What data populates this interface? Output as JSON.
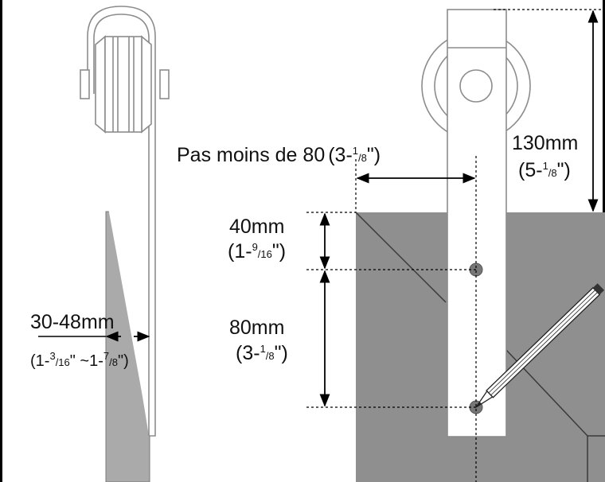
{
  "labels": {
    "clearance_main": "Pas moins de 80",
    "clearance_paren_open": "(3-",
    "clearance_sup": "1",
    "clearance_sub": "/8",
    "clearance_paren_close": "\")",
    "height_mm": "130mm",
    "height_in_open": "(5-",
    "height_in_sup": "1",
    "height_in_sub": "/8",
    "height_in_close": "\")",
    "top_offset_mm": "40mm",
    "top_offset_in_open": "(1-",
    "top_offset_in_sup": "9",
    "top_offset_in_sub": "/16",
    "top_offset_in_close": "\")",
    "spacing_mm": "80mm",
    "spacing_in_open": "(3-",
    "spacing_in_sup": "1",
    "spacing_in_sub": "/8",
    "spacing_in_close": "\")",
    "thickness_mm": "30-48mm",
    "thickness_in_open": "(1-",
    "thickness_in_sup1": "3",
    "thickness_in_sub1": "/16",
    "thickness_in_mid": "\" ~1-",
    "thickness_in_sup2": "7",
    "thickness_in_sub2": "/8",
    "thickness_in_close": "\")"
  },
  "colors": {
    "door_fill": "#aaaaaa",
    "door_face_fill": "#8f8f8f",
    "hardware_stroke": "#8c8c8c",
    "dimension_line": "#000000",
    "background": "#ffffff"
  }
}
